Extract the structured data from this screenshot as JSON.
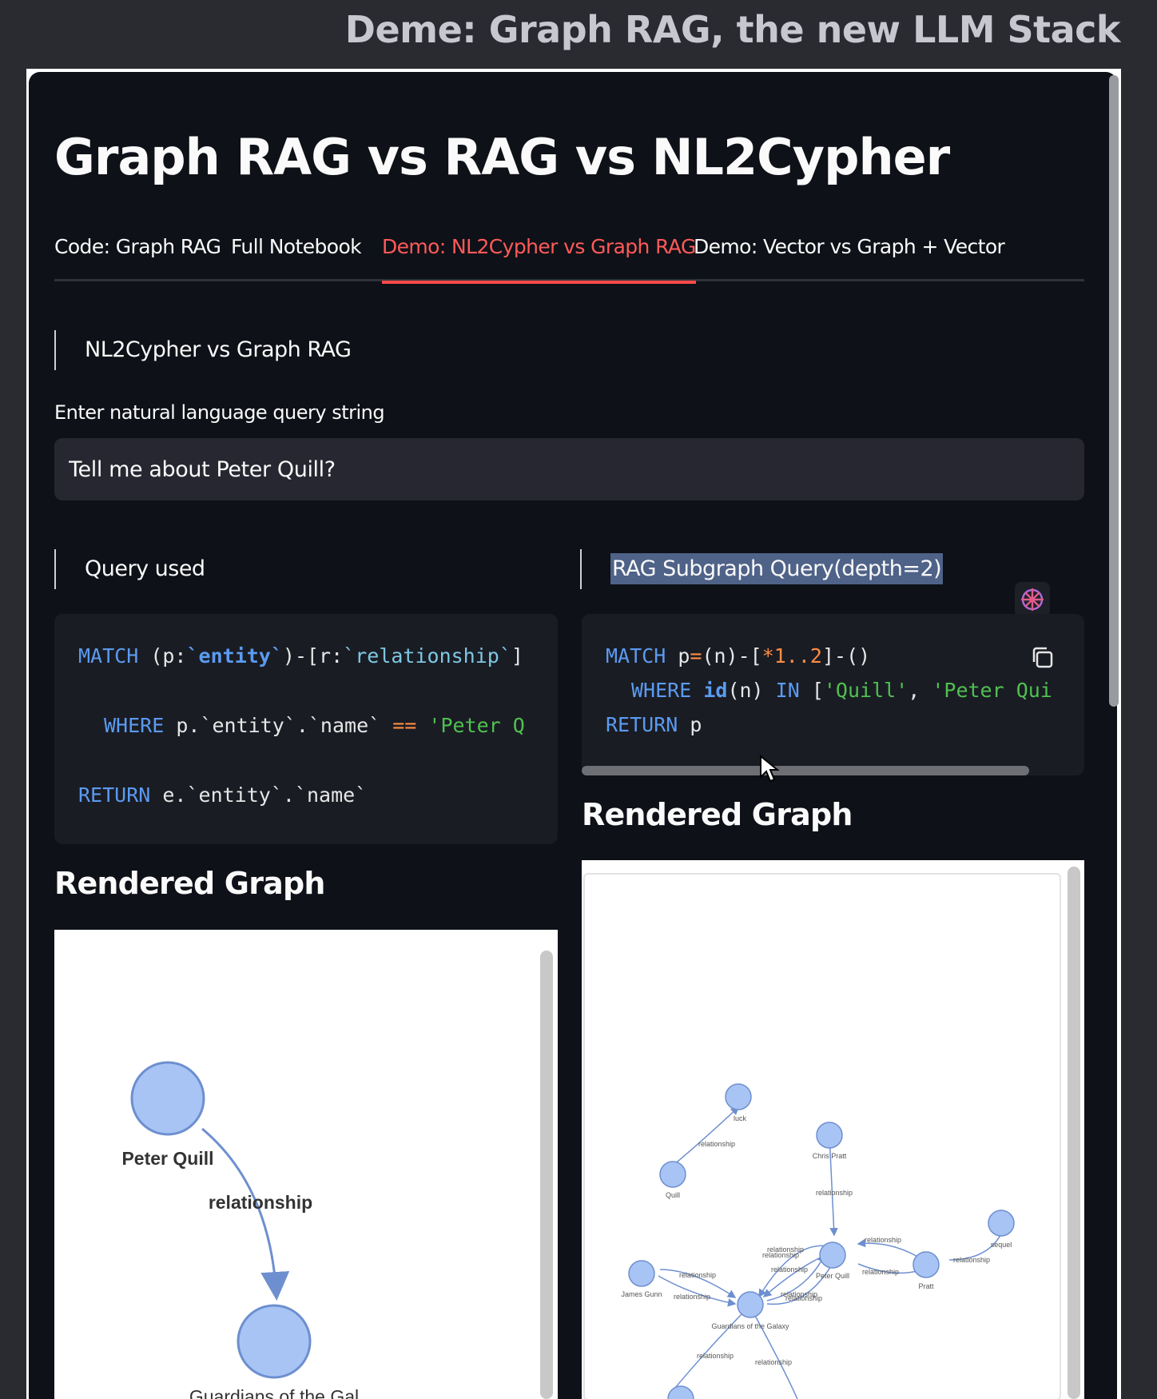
{
  "slide": {
    "title": "Deme: Graph RAG, the new LLM Stack"
  },
  "page": {
    "title": "Graph RAG vs RAG vs NL2Cypher"
  },
  "tabs": [
    {
      "label": "Code: Graph RAG"
    },
    {
      "label": "Full Notebook"
    },
    {
      "label": "Demo: NL2Cypher vs Graph RAG"
    },
    {
      "label": "Demo: Vector vs Graph + Vector"
    }
  ],
  "active_tab": "Demo: NL2Cypher vs Graph RAG",
  "section": {
    "title": "NL2Cypher vs Graph RAG"
  },
  "query": {
    "label": "Enter natural language query string",
    "value": "Tell me about Peter Quill?"
  },
  "left": {
    "heading": "Query used",
    "code": {
      "l1_kw": "MATCH",
      "l1_a": " (p:",
      "l1_entity": "`entity`",
      "l1_b": ")-[r:",
      "l1_rel": "`relationship`",
      "l1_c": "]",
      "l2_kw": "WHERE",
      "l2_a": " p.`entity`.`name` ",
      "l2_op": "==",
      "l2_str": " 'Peter Q",
      "l3_kw": "RETURN",
      "l3_a": " e.`entity`.`name`"
    },
    "graph_title": "Rendered Graph",
    "graph": {
      "source": "Peter Quill",
      "edge": "relationship",
      "target": "Guardians of the Gal"
    }
  },
  "right": {
    "heading": "RAG Subgraph Query(depth=2)",
    "code": {
      "l1_kw": "MATCH",
      "l1_a": " p",
      "l1_op": "=",
      "l1_b": "(n)-[",
      "l1_star": "*1..2",
      "l1_c": "]-()",
      "l2_kw": "WHERE",
      "l2_fn": "id",
      "l2_a": "(n) ",
      "l2_in": "IN",
      "l2_b": " [",
      "l2_s1": "'Quill'",
      "l2_c": ", ",
      "l2_s2": "'Peter Qui",
      "l3_kw": "RETURN",
      "l3_a": " p"
    },
    "graph_title": "Rendered Graph",
    "graph": {
      "nodes": {
        "luck": "luck",
        "quill": "Quill",
        "chris": "Chris Pratt",
        "sequel": "sequel",
        "peter": "Peter Quill",
        "pratt": "Pratt",
        "james": "James Gunn",
        "gotg": "Guardians of the Galaxy"
      },
      "edge_label": "relationship"
    }
  },
  "colors": {
    "accent": "#ff4b4b",
    "node_fill": "#a8c4f5",
    "node_stroke": "#6d8fcf"
  }
}
